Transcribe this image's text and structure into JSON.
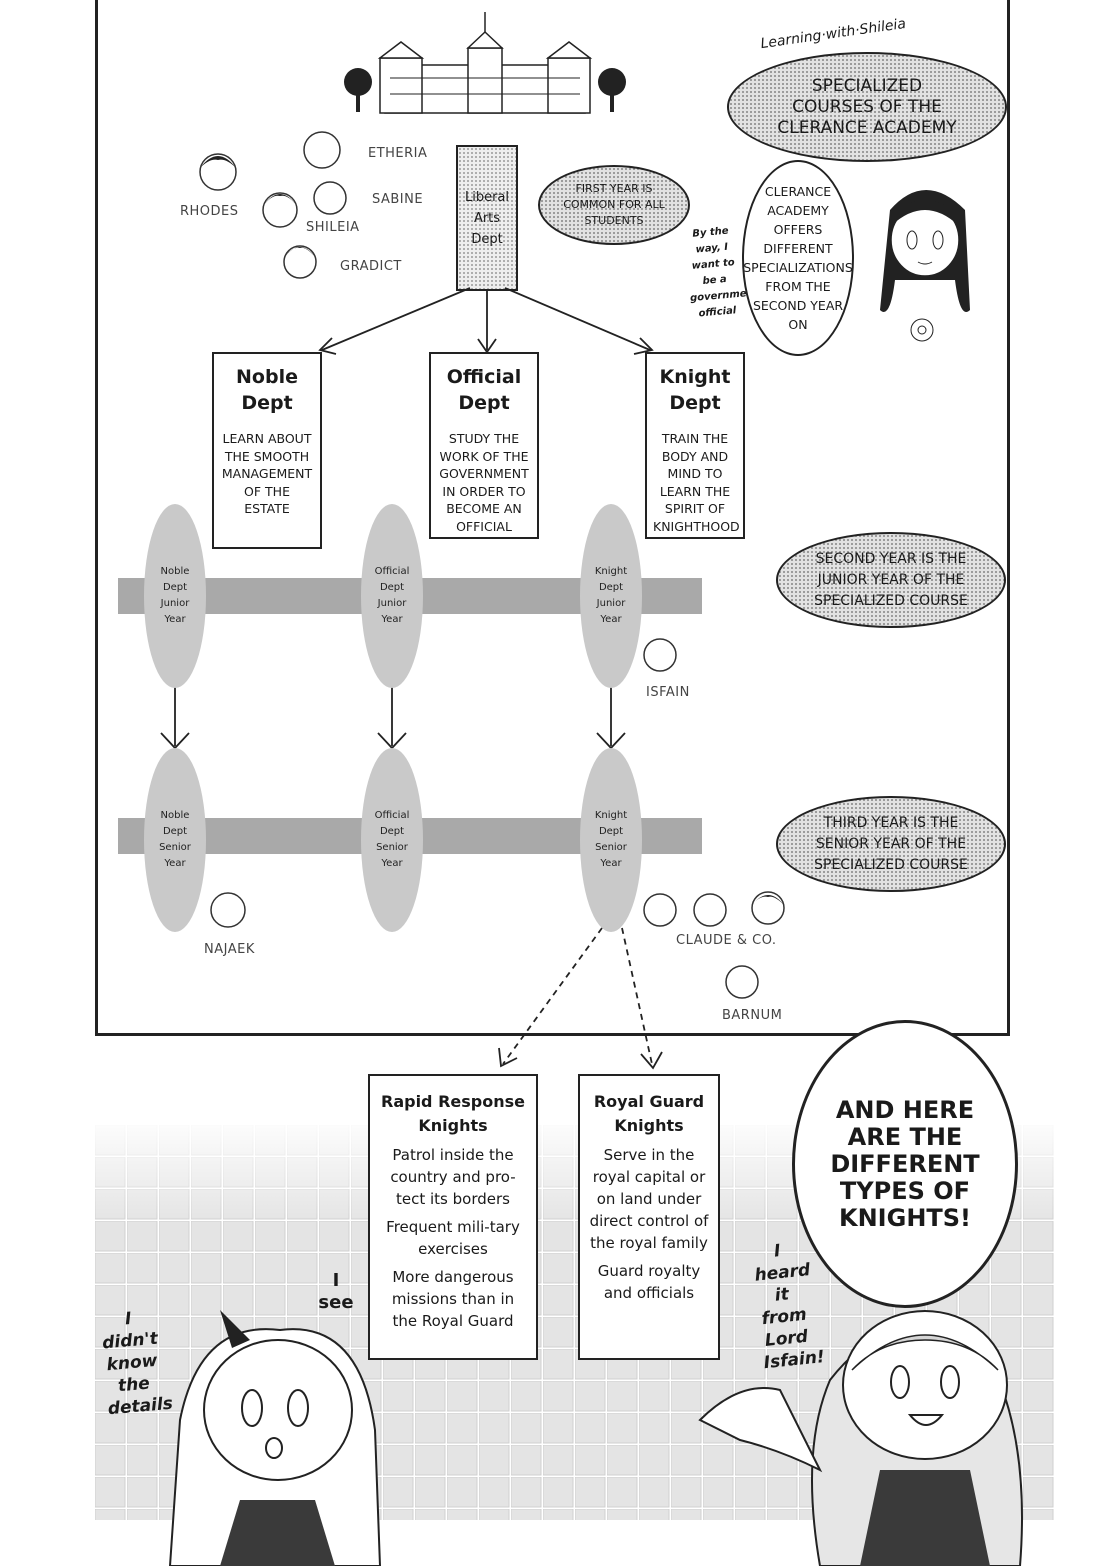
{
  "header": {
    "kicker": "Learning·with·Shileia",
    "title": "Specialized Courses of the Clerance Academy"
  },
  "characters": {
    "etheria": "Etheria",
    "rhodes": "Rhodes",
    "sabine": "Sabine",
    "shileia": "Shileia",
    "gradict": "Gradict",
    "isfain": "Isfain",
    "najaek": "Najaek",
    "claude": "Claude & co.",
    "barnum": "Barnum"
  },
  "liberal_arts": {
    "label": "Liberal Arts Dept",
    "note": "First year is common for all students"
  },
  "side_note": {
    "aside": "By the way, I want to be a government official",
    "main": "Clerance Academy offers different specializations from the second year on"
  },
  "departments": [
    {
      "title": "Noble Dept",
      "desc": "Learn about the smooth management of the estate"
    },
    {
      "title": "Official Dept",
      "desc": "Study the work of the government in order to become an official"
    },
    {
      "title": "Knight Dept",
      "desc": "Train the body and mind to learn the spirit of knighthood"
    }
  ],
  "junior": {
    "noble": "Noble Dept Junior Year",
    "official": "Official Dept Junior Year",
    "knight": "Knight Dept Junior Year",
    "note": "Second year is the junior year of the specialized course"
  },
  "senior": {
    "noble": "Noble Dept Senior Year",
    "official": "Official Dept Senior Year",
    "knight": "Knight Dept Senior Year",
    "note": "Third year is the senior year of the specialized course"
  },
  "knights": [
    {
      "title": "Rapid Response Knights",
      "lines": [
        "Patrol inside the country and pro-tect its borders",
        "Frequent mili-tary exercises",
        "More dangerous missions than in the Royal Guard"
      ]
    },
    {
      "title": "Royal Guard Knights",
      "lines": [
        "Serve in the royal capital or on land under direct control of the royal family",
        "Guard royalty and officials"
      ]
    }
  ],
  "dialogue": {
    "big_bubble": "And here are the different types of knights!",
    "heard": "I heard it from Lord Isfain!",
    "i_see": "I see",
    "didnt_know": "I didn't know the details"
  },
  "colors": {
    "ink": "#1a1a1a",
    "band": "#a9a9a9",
    "ellipse": "#c9c9c9",
    "tone": "#e2e2e2"
  }
}
